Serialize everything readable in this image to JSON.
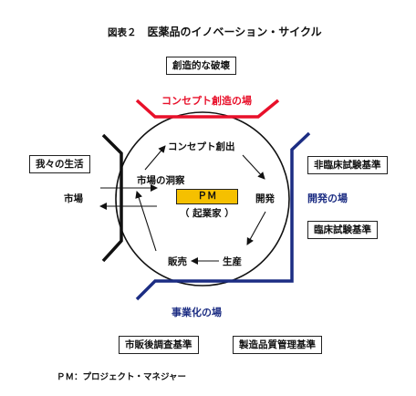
{
  "title": {
    "figure": "図表２",
    "text": "医薬品のイノベーション・サイクル"
  },
  "top_box": "創造的な破壊",
  "zones": {
    "creation": "コンセプト創造の場",
    "development": "開発の場",
    "business": "事業化の場"
  },
  "cycle": {
    "concept": "コンセプト創出",
    "insight": "市場の洞察",
    "development": "開発",
    "production": "生産",
    "sales": "販売",
    "market": "市場",
    "pm": "ＰＭ",
    "entrepreneur": "（ 起業家 ）"
  },
  "left_box": "我々の生活",
  "right_boxes": [
    "非臨床試験基準",
    "臨床試験基準"
  ],
  "bottom_boxes": [
    "市販後調査基準",
    "製造品質管理基準"
  ],
  "footnote": "ＰＭ：プロジェクト・マネジャー",
  "colors": {
    "creation": "#e8102a",
    "development": "#1c2d83",
    "pm_fill": "#f5c000"
  }
}
